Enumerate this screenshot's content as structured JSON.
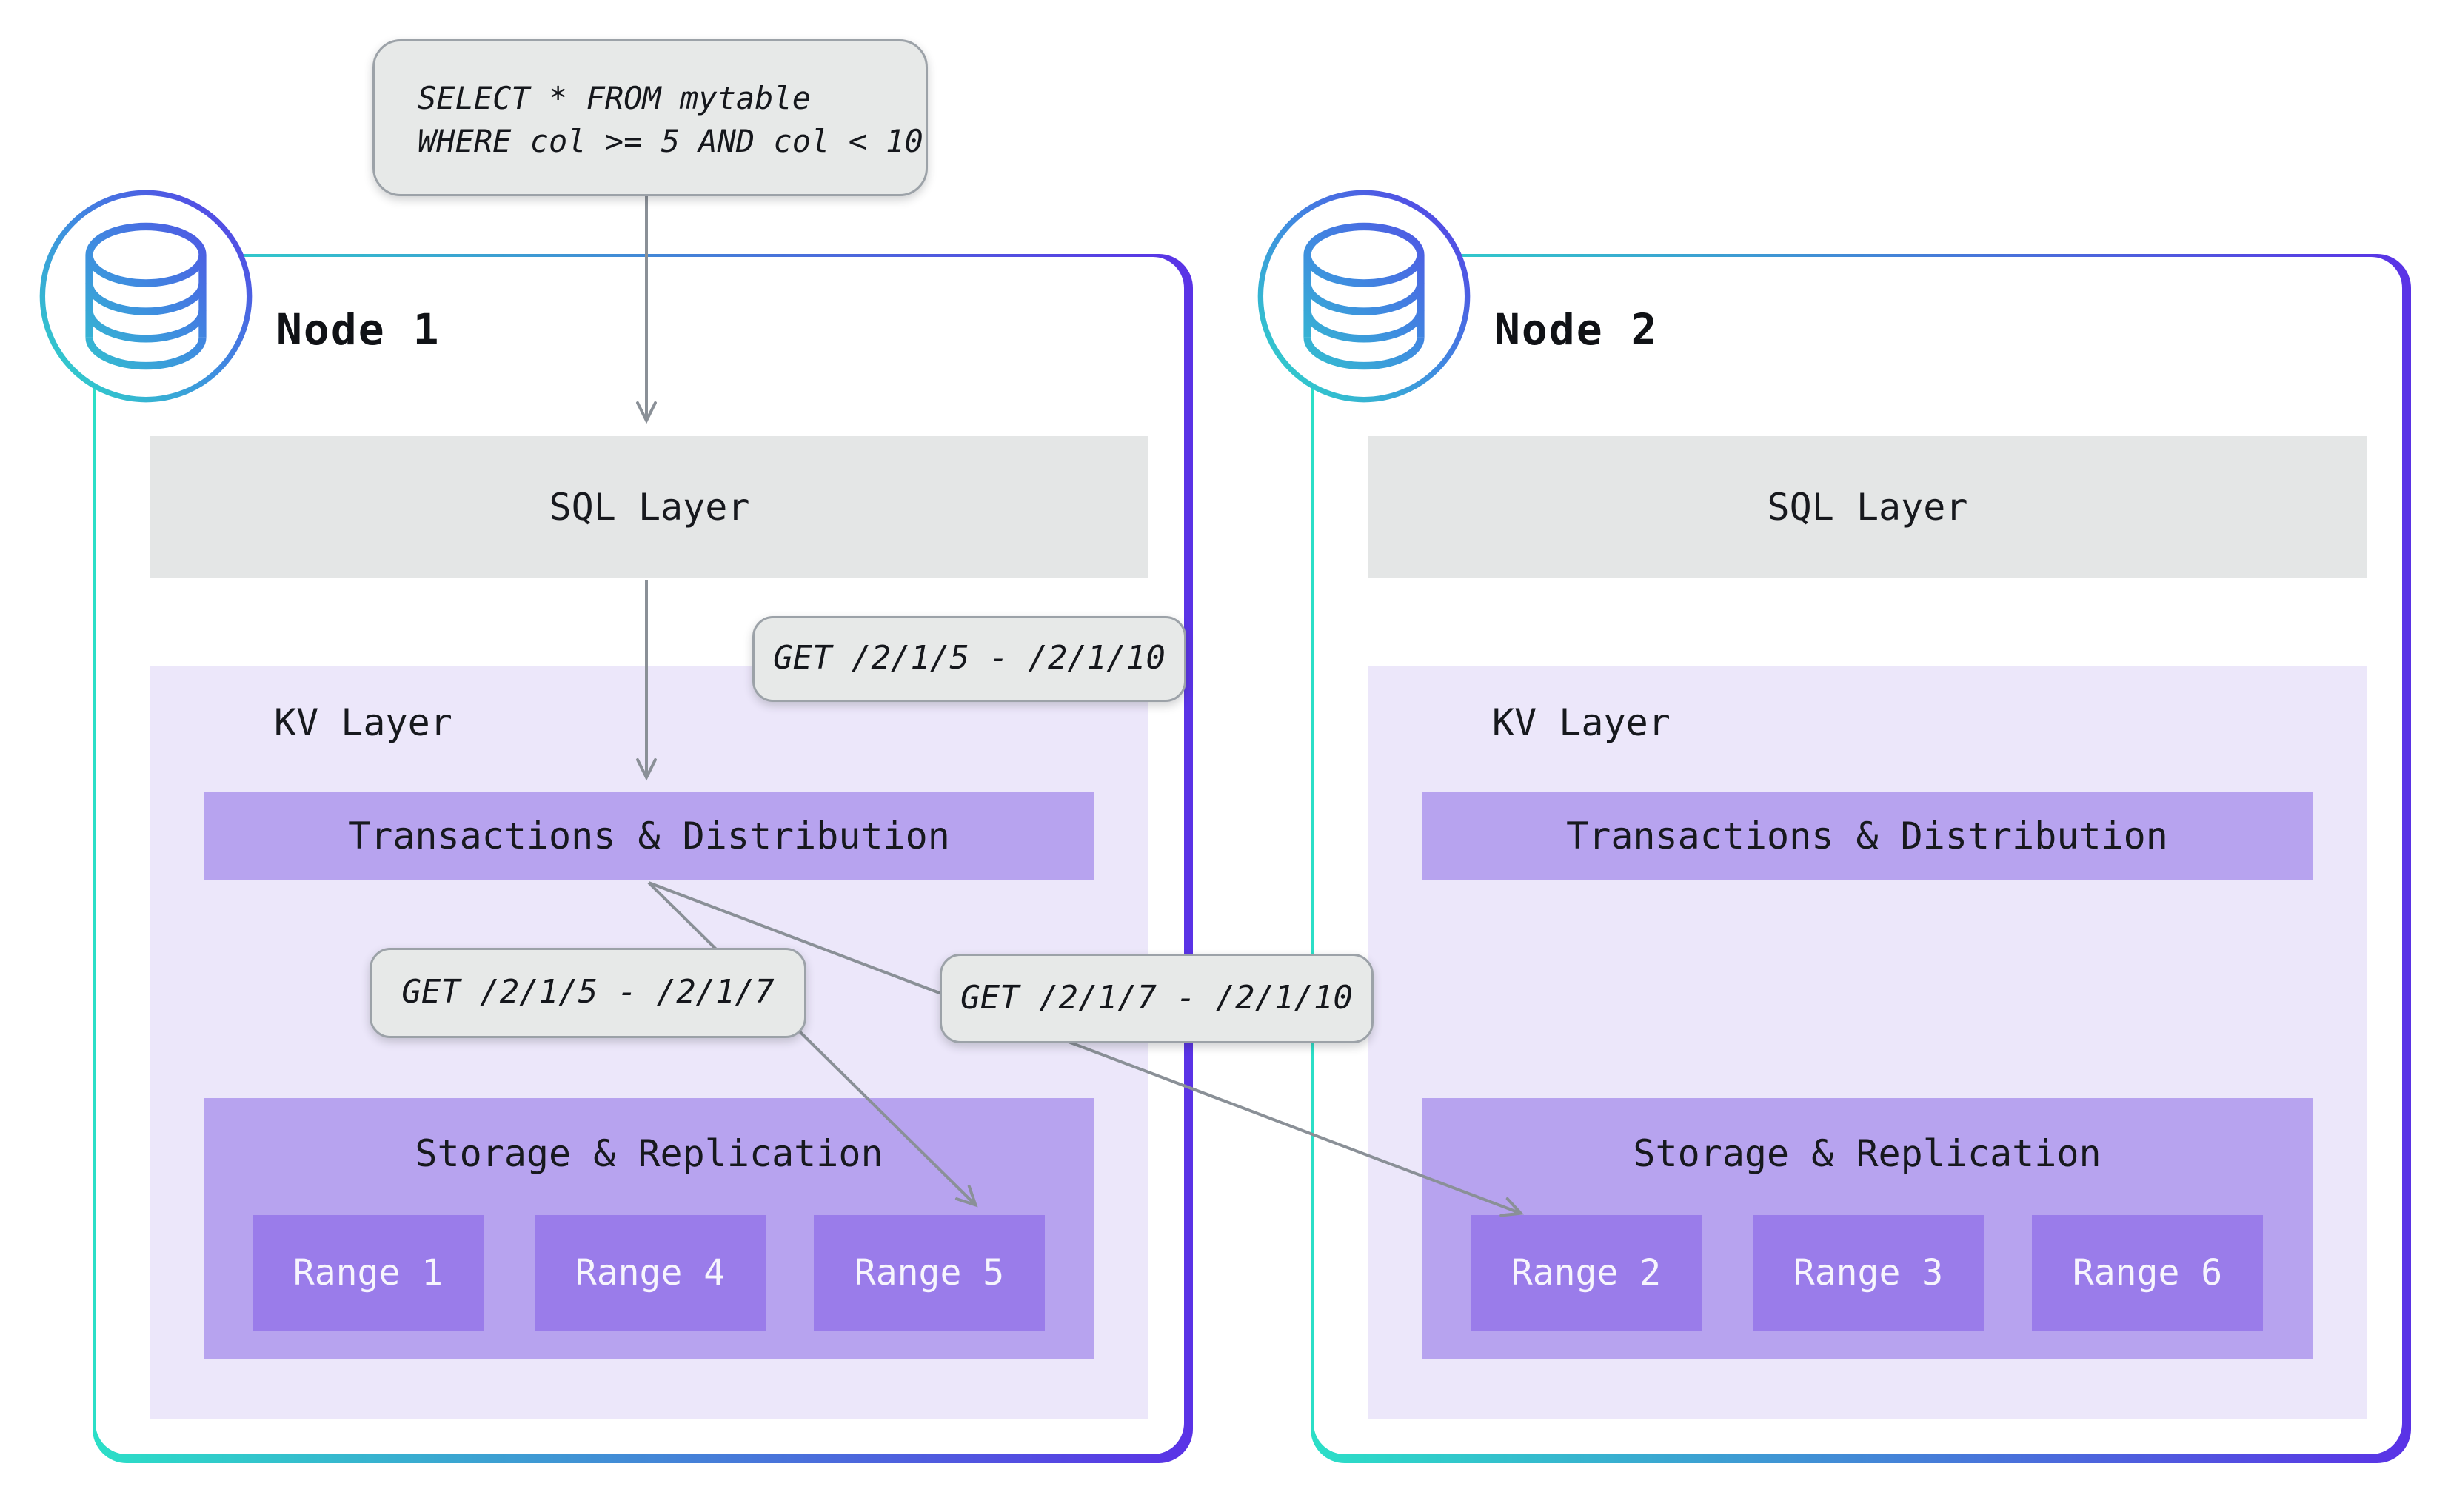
{
  "query": {
    "line1": "SELECT * FROM mytable",
    "line2": "WHERE col >= 5 AND col < 10"
  },
  "get_labels": {
    "full_span": "GET /2/1/5 - /2/1/10",
    "left_span": "GET /2/1/5 - /2/1/7",
    "right_span": "GET /2/1/7 - /2/1/10"
  },
  "nodes": [
    {
      "title": "Node 1",
      "sql_layer": "SQL Layer",
      "kv_layer": "KV Layer",
      "transactions": "Transactions & Distribution",
      "storage": "Storage & Replication",
      "ranges": [
        "Range 1",
        "Range 4",
        "Range 5"
      ]
    },
    {
      "title": "Node 2",
      "sql_layer": "SQL Layer",
      "kv_layer": "KV Layer",
      "transactions": "Transactions & Distribution",
      "storage": "Storage & Replication",
      "ranges": [
        "Range 2",
        "Range 3",
        "Range 6"
      ]
    }
  ],
  "colors": {
    "node_border_start": "#2bdfc7",
    "node_border_end": "#5a32e6",
    "sql_fill": "#e4e6e6",
    "kv_fill": "#ece7fa",
    "layer_purple": "#b7a3ef",
    "range_purple": "#9a7cea",
    "bubble_fill": "#e7e9e8",
    "bubble_border": "#9ca2a8",
    "arrow_gray": "#8a9097"
  }
}
